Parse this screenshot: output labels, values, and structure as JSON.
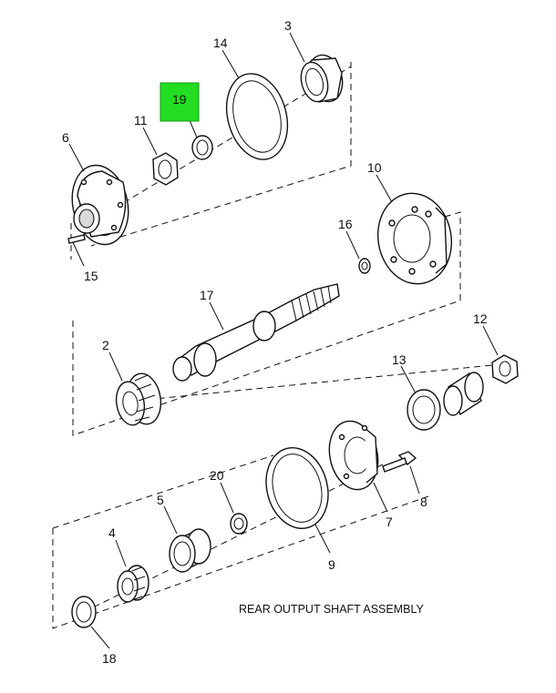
{
  "diagram": {
    "caption": "REAR OUTPUT SHAFT ASSEMBLY",
    "highlight_color": "#22dd22",
    "callouts": [
      {
        "id": "3",
        "text": "3"
      },
      {
        "id": "14",
        "text": "14"
      },
      {
        "id": "19",
        "text": "19",
        "highlighted": true
      },
      {
        "id": "11",
        "text": "11"
      },
      {
        "id": "6",
        "text": "6"
      },
      {
        "id": "15",
        "text": "15"
      },
      {
        "id": "10",
        "text": "10"
      },
      {
        "id": "16",
        "text": "16"
      },
      {
        "id": "17",
        "text": "17"
      },
      {
        "id": "2",
        "text": "2"
      },
      {
        "id": "12",
        "text": "12"
      },
      {
        "id": "13",
        "text": "13"
      },
      {
        "id": "8",
        "text": "8"
      },
      {
        "id": "7",
        "text": "7"
      },
      {
        "id": "20",
        "text": "20"
      },
      {
        "id": "5",
        "text": "5"
      },
      {
        "id": "9",
        "text": "9"
      },
      {
        "id": "4",
        "text": "4"
      },
      {
        "id": "18",
        "text": "18"
      }
    ]
  }
}
